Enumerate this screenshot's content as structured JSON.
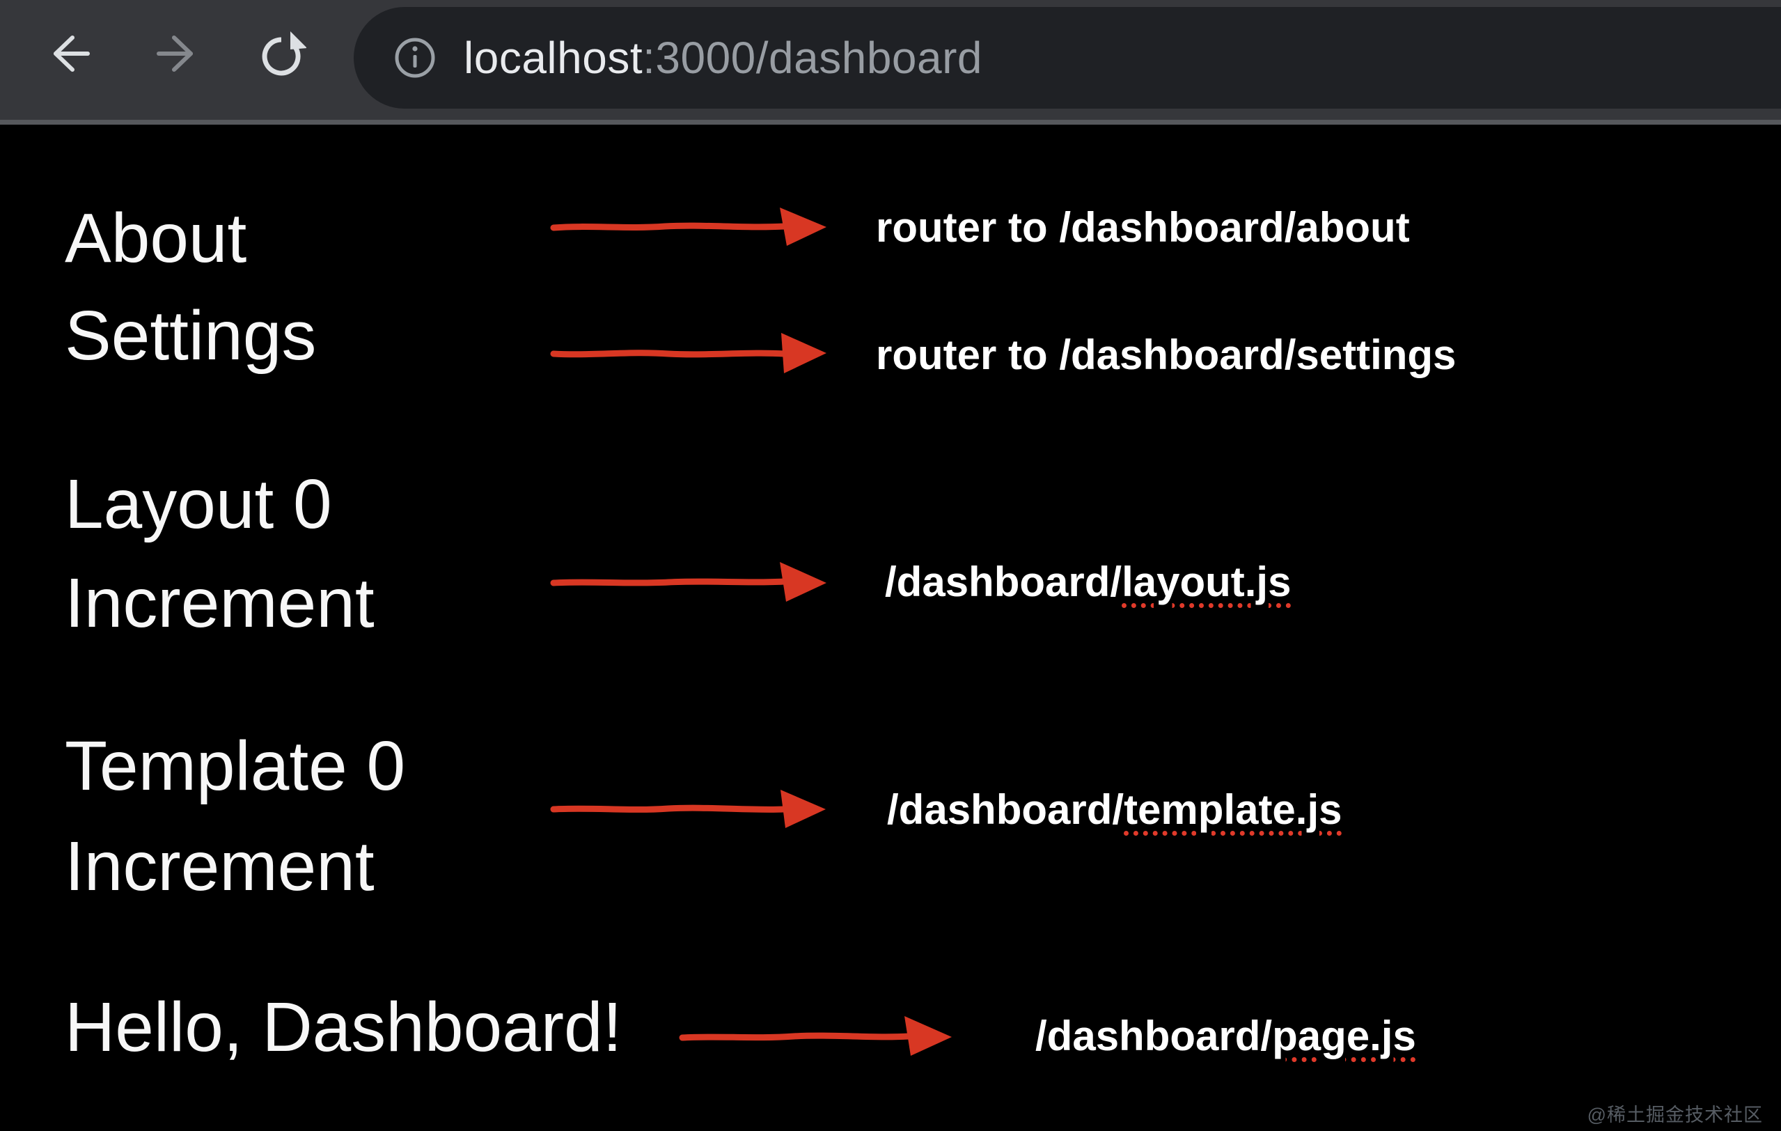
{
  "browser": {
    "url": {
      "host": "localhost",
      "rest": ":3000/dashboard"
    },
    "icons": {
      "back": "back-arrow",
      "forward": "forward-arrow",
      "reload": "reload-circle",
      "info": "info-circle"
    }
  },
  "page": {
    "nav": {
      "about": "About",
      "settings": "Settings"
    },
    "layout_counter": {
      "title": "Layout 0",
      "button": "Increment"
    },
    "template_counter": {
      "title": "Template 0",
      "button": "Increment"
    },
    "heading": "Hello, Dashboard!"
  },
  "annotations": {
    "about_route": {
      "text": "router to /dashboard/about"
    },
    "settings_route": {
      "text": "router to /dashboard/settings"
    },
    "layout_file": {
      "prefix": "/dashboard/",
      "file": "layout.js"
    },
    "template_file": {
      "prefix": "/dashboard/",
      "file": "template.js"
    },
    "page_file": {
      "prefix": "/dashboard/",
      "file": "page.js"
    }
  },
  "watermark": "@稀土掘金技术社区",
  "colors": {
    "toolbar_bg": "#36373b",
    "omnibox_bg": "#1f2125",
    "divider": "#56585c",
    "page_bg": "#000000",
    "arrow_red": "#d83723",
    "underline_red": "#e03a2a",
    "url_host": "#e9ebee",
    "url_rest": "#989da3",
    "icon_light": "#dde0e3",
    "icon_dim": "#85888d"
  }
}
